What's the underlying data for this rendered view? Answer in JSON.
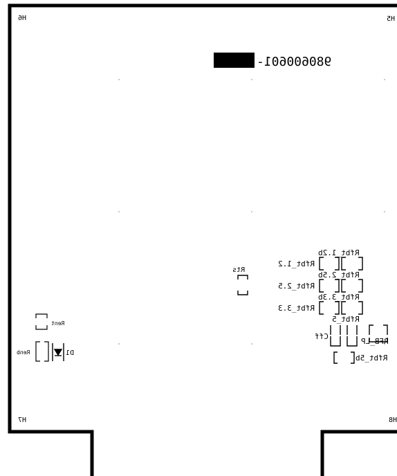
{
  "board": {
    "part_number": "980600601-",
    "holes": {
      "top_left": "H6",
      "top_right": "H5",
      "bottom_left": "H7",
      "bottom_right": "H8"
    }
  },
  "components": {
    "rfbt_1_2b": "Rfbt_1.2b",
    "rfbt_1_2": "Rfbt_1.2",
    "rfbt_2_5b": "Rfbt_2.5b",
    "rfbt_2_5": "Rfbt_2.5",
    "rfbt_3_3b": "Rfbt_3.3b",
    "rfbt_3_3": "Rfbt_3.3",
    "rfbt_5": "Rfbt_5",
    "rfbt_5b": "Rfbt_5b",
    "rfb_lp": "RFB_LP",
    "cff": "Cff",
    "rts": "Rts",
    "rent": "Rent",
    "renb": "Renb",
    "d1": "D1"
  }
}
